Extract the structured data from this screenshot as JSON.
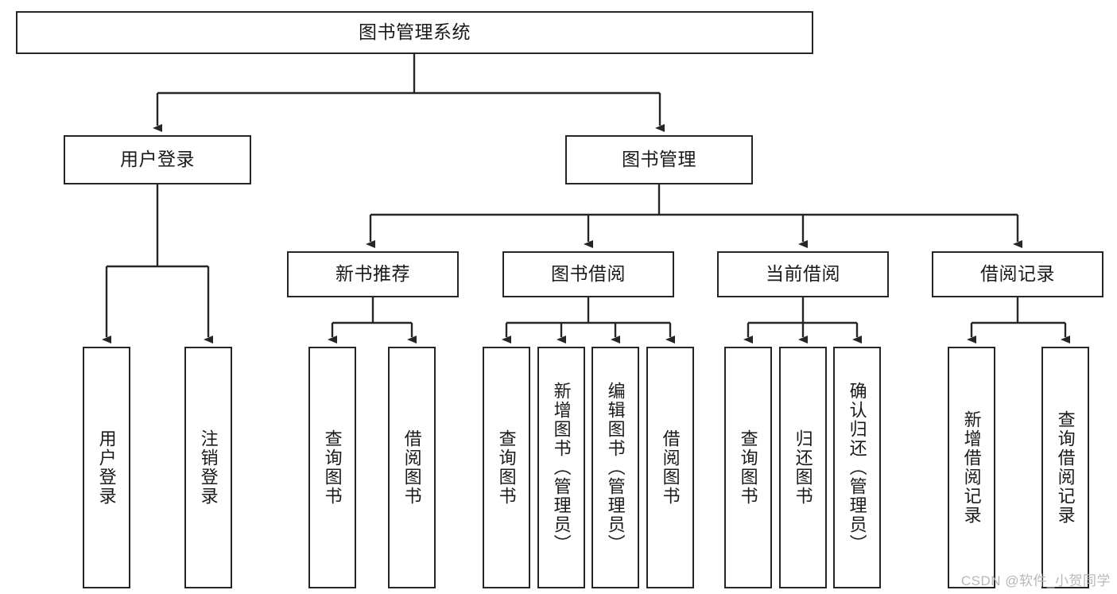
{
  "diagram": {
    "title": "图书管理系统",
    "type": "hierarchy-tree",
    "root": {
      "label": "图书管理系统"
    },
    "level2": [
      {
        "label": "用户登录"
      },
      {
        "label": "图书管理"
      }
    ],
    "level3": [
      {
        "label": "新书推荐"
      },
      {
        "label": "图书借阅"
      },
      {
        "label": "当前借阅"
      },
      {
        "label": "借阅记录"
      }
    ],
    "leaves": {
      "user_login": [
        {
          "label": "用户登录"
        },
        {
          "label": "注销登录"
        }
      ],
      "new_book_recommend": [
        {
          "label": "查询图书"
        },
        {
          "label": "借阅图书"
        }
      ],
      "book_borrow": [
        {
          "label": "查询图书"
        },
        {
          "label": "新增图书（管理员）"
        },
        {
          "label": "编辑图书（管理员）"
        },
        {
          "label": "借阅图书"
        }
      ],
      "current_borrow": [
        {
          "label": "查询图书"
        },
        {
          "label": "归还图书"
        },
        {
          "label": "确认归还（管理员）"
        }
      ],
      "borrow_records": [
        {
          "label": "新增借阅记录"
        },
        {
          "label": "查询借阅记录"
        }
      ]
    }
  },
  "watermark": {
    "text": "CSDN @软件_小贺同学"
  },
  "colors": {
    "stroke": "#262626",
    "background": "#ffffff",
    "text": "#1a1a1a",
    "watermark": "#b8b8b8"
  }
}
